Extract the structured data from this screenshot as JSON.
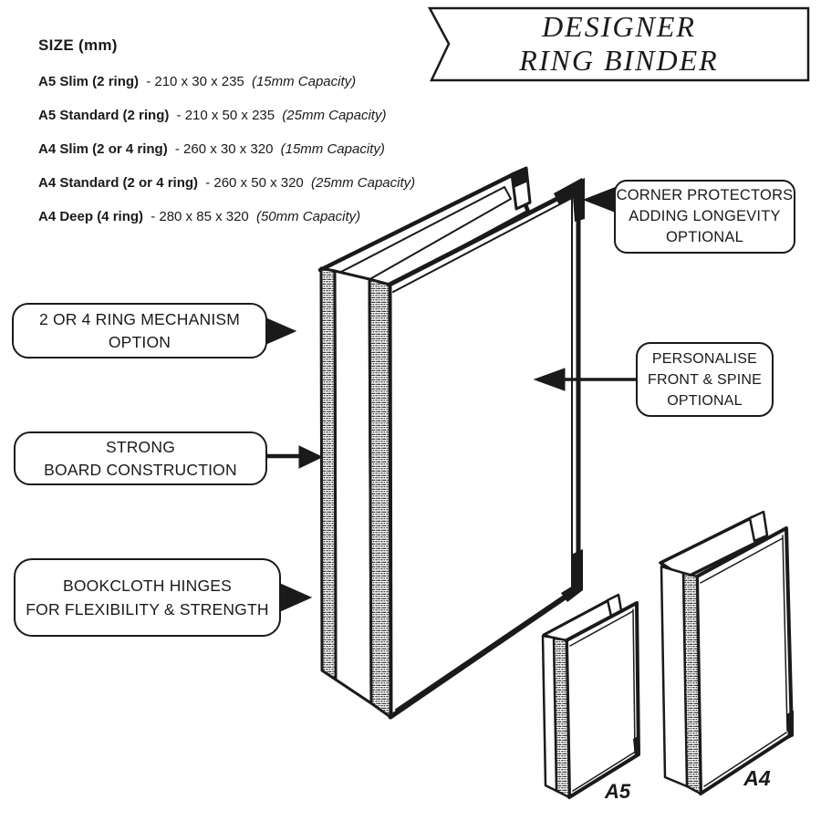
{
  "title_banner": {
    "line1": "DESIGNER",
    "line2": "RING BINDER"
  },
  "size_list": {
    "heading": "SIZE (mm)",
    "items": [
      {
        "name": "A5 Slim (2 ring)",
        "dimensions": "- 210 x 30 x 235",
        "capacity": "(15mm Capacity)"
      },
      {
        "name": "A5 Standard (2 ring)",
        "dimensions": "- 210 x 50 x 235",
        "capacity": "(25mm Capacity)"
      },
      {
        "name": "A4 Slim (2 or 4 ring)",
        "dimensions": "- 260 x 30 x 320",
        "capacity": "(15mm Capacity)"
      },
      {
        "name": "A4 Standard (2 or 4 ring)",
        "dimensions": "- 260 x 50 x 320",
        "capacity": "(25mm Capacity)"
      },
      {
        "name": "A4 Deep (4 ring)",
        "dimensions": "- 280 x 85 x 320",
        "capacity": "(50mm Capacity)"
      }
    ]
  },
  "callouts": {
    "corner_protectors": {
      "lines": [
        "CORNER PROTECTORS",
        "ADDING LONGEVITY",
        "OPTIONAL"
      ],
      "arrow_direction": "left"
    },
    "ring_mechanism": {
      "lines": [
        "2 OR 4 RING MECHANISM",
        "OPTION"
      ],
      "arrow_direction": "right"
    },
    "personalise": {
      "lines": [
        "PERSONALISE",
        "FRONT & SPINE",
        "OPTIONAL"
      ],
      "arrow_direction": "left"
    },
    "strong_board": {
      "lines": [
        "STRONG",
        "BOARD CONSTRUCTION"
      ],
      "arrow_direction": "right"
    },
    "bookcloth": {
      "lines": [
        "BOOKCLOTH HINGES",
        "FOR FLEXIBILITY & STRENGTH"
      ],
      "arrow_direction": "right"
    }
  },
  "binder_labels": {
    "a5": "A5",
    "a4": "A4"
  },
  "icons": {
    "corner_protectors_arrow": "left-arrow",
    "ring_mechanism_arrow": "right-arrow",
    "personalise_arrow": "left-arrow",
    "strong_board_arrow": "right-arrow",
    "bookcloth_arrow": "right-arrow"
  },
  "colors": {
    "line": "#1a1a1a",
    "background": "#ffffff"
  }
}
